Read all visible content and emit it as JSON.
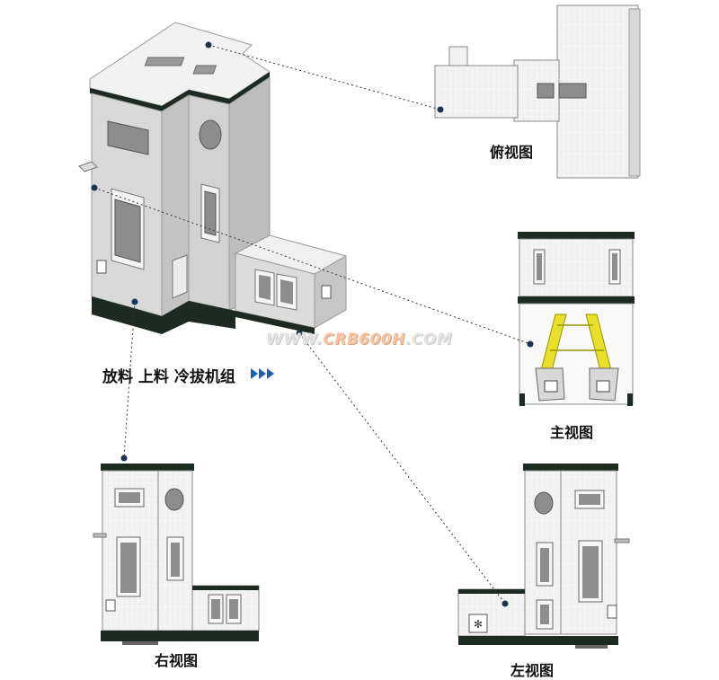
{
  "main_title": "放料 上料 冷拔机组",
  "watermark": {
    "prefix": "WWW.",
    "brand": "CRB600H",
    "suffix": ".COM"
  },
  "views": {
    "top": "俯视图",
    "front": "主视图",
    "right": "右视图",
    "left": "左视图"
  },
  "colors": {
    "panel": "#e4e4e4",
    "panel_light": "#efefef",
    "panel_side": "#cfcfcf",
    "base": "#1d2a22",
    "window": "#8d8d8d",
    "dot": "#1c3354",
    "arrow": "#1f5fb0",
    "rail": "#e8e02a"
  }
}
